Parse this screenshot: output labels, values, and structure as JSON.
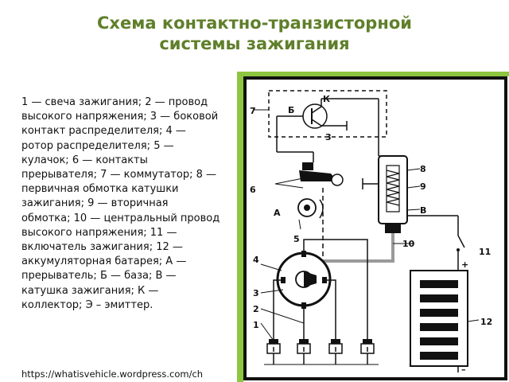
{
  "title": {
    "line1": "Схема контактно-транзисторной",
    "line2": "системы зажигания"
  },
  "legend_text": "1 — свеча зажигания; 2 — провод высокого напряжения; 3 — боковой контакт распределителя; 4 — ротор распределителя; 5 — кулачок; 6 — контакты прерывателя; 7 — коммутатор; 8 — первичная обмотка катушки зажигания; 9 — вторичная обмотка; 10 — центральный провод высокого напряжения; 11 — включатель зажигания; 12 — аккумуляторная батарея; А — прерыватель; Б — база; В — катушка зажигания; К — коллектор; Э – эмиттер.",
  "source_url": "https://whatisvehicle.wordpress.com/ch",
  "colors": {
    "title": "#5f7f2a",
    "frame": "#8dc63f",
    "wire_gray": "#9a9a9a",
    "ink": "#111111"
  },
  "diagram": {
    "labels": {
      "k": "К",
      "b_base": "Б",
      "n3_top": "3",
      "n7": "7",
      "n6": "6",
      "a": "А",
      "n5": "5",
      "n8": "8",
      "n9": "9",
      "v": "В",
      "n10": "10",
      "n11": "11",
      "n4": "4",
      "n3": "3",
      "n2": "2",
      "n1": "1",
      "n12": "12",
      "plus": "+",
      "minus": "–"
    }
  }
}
